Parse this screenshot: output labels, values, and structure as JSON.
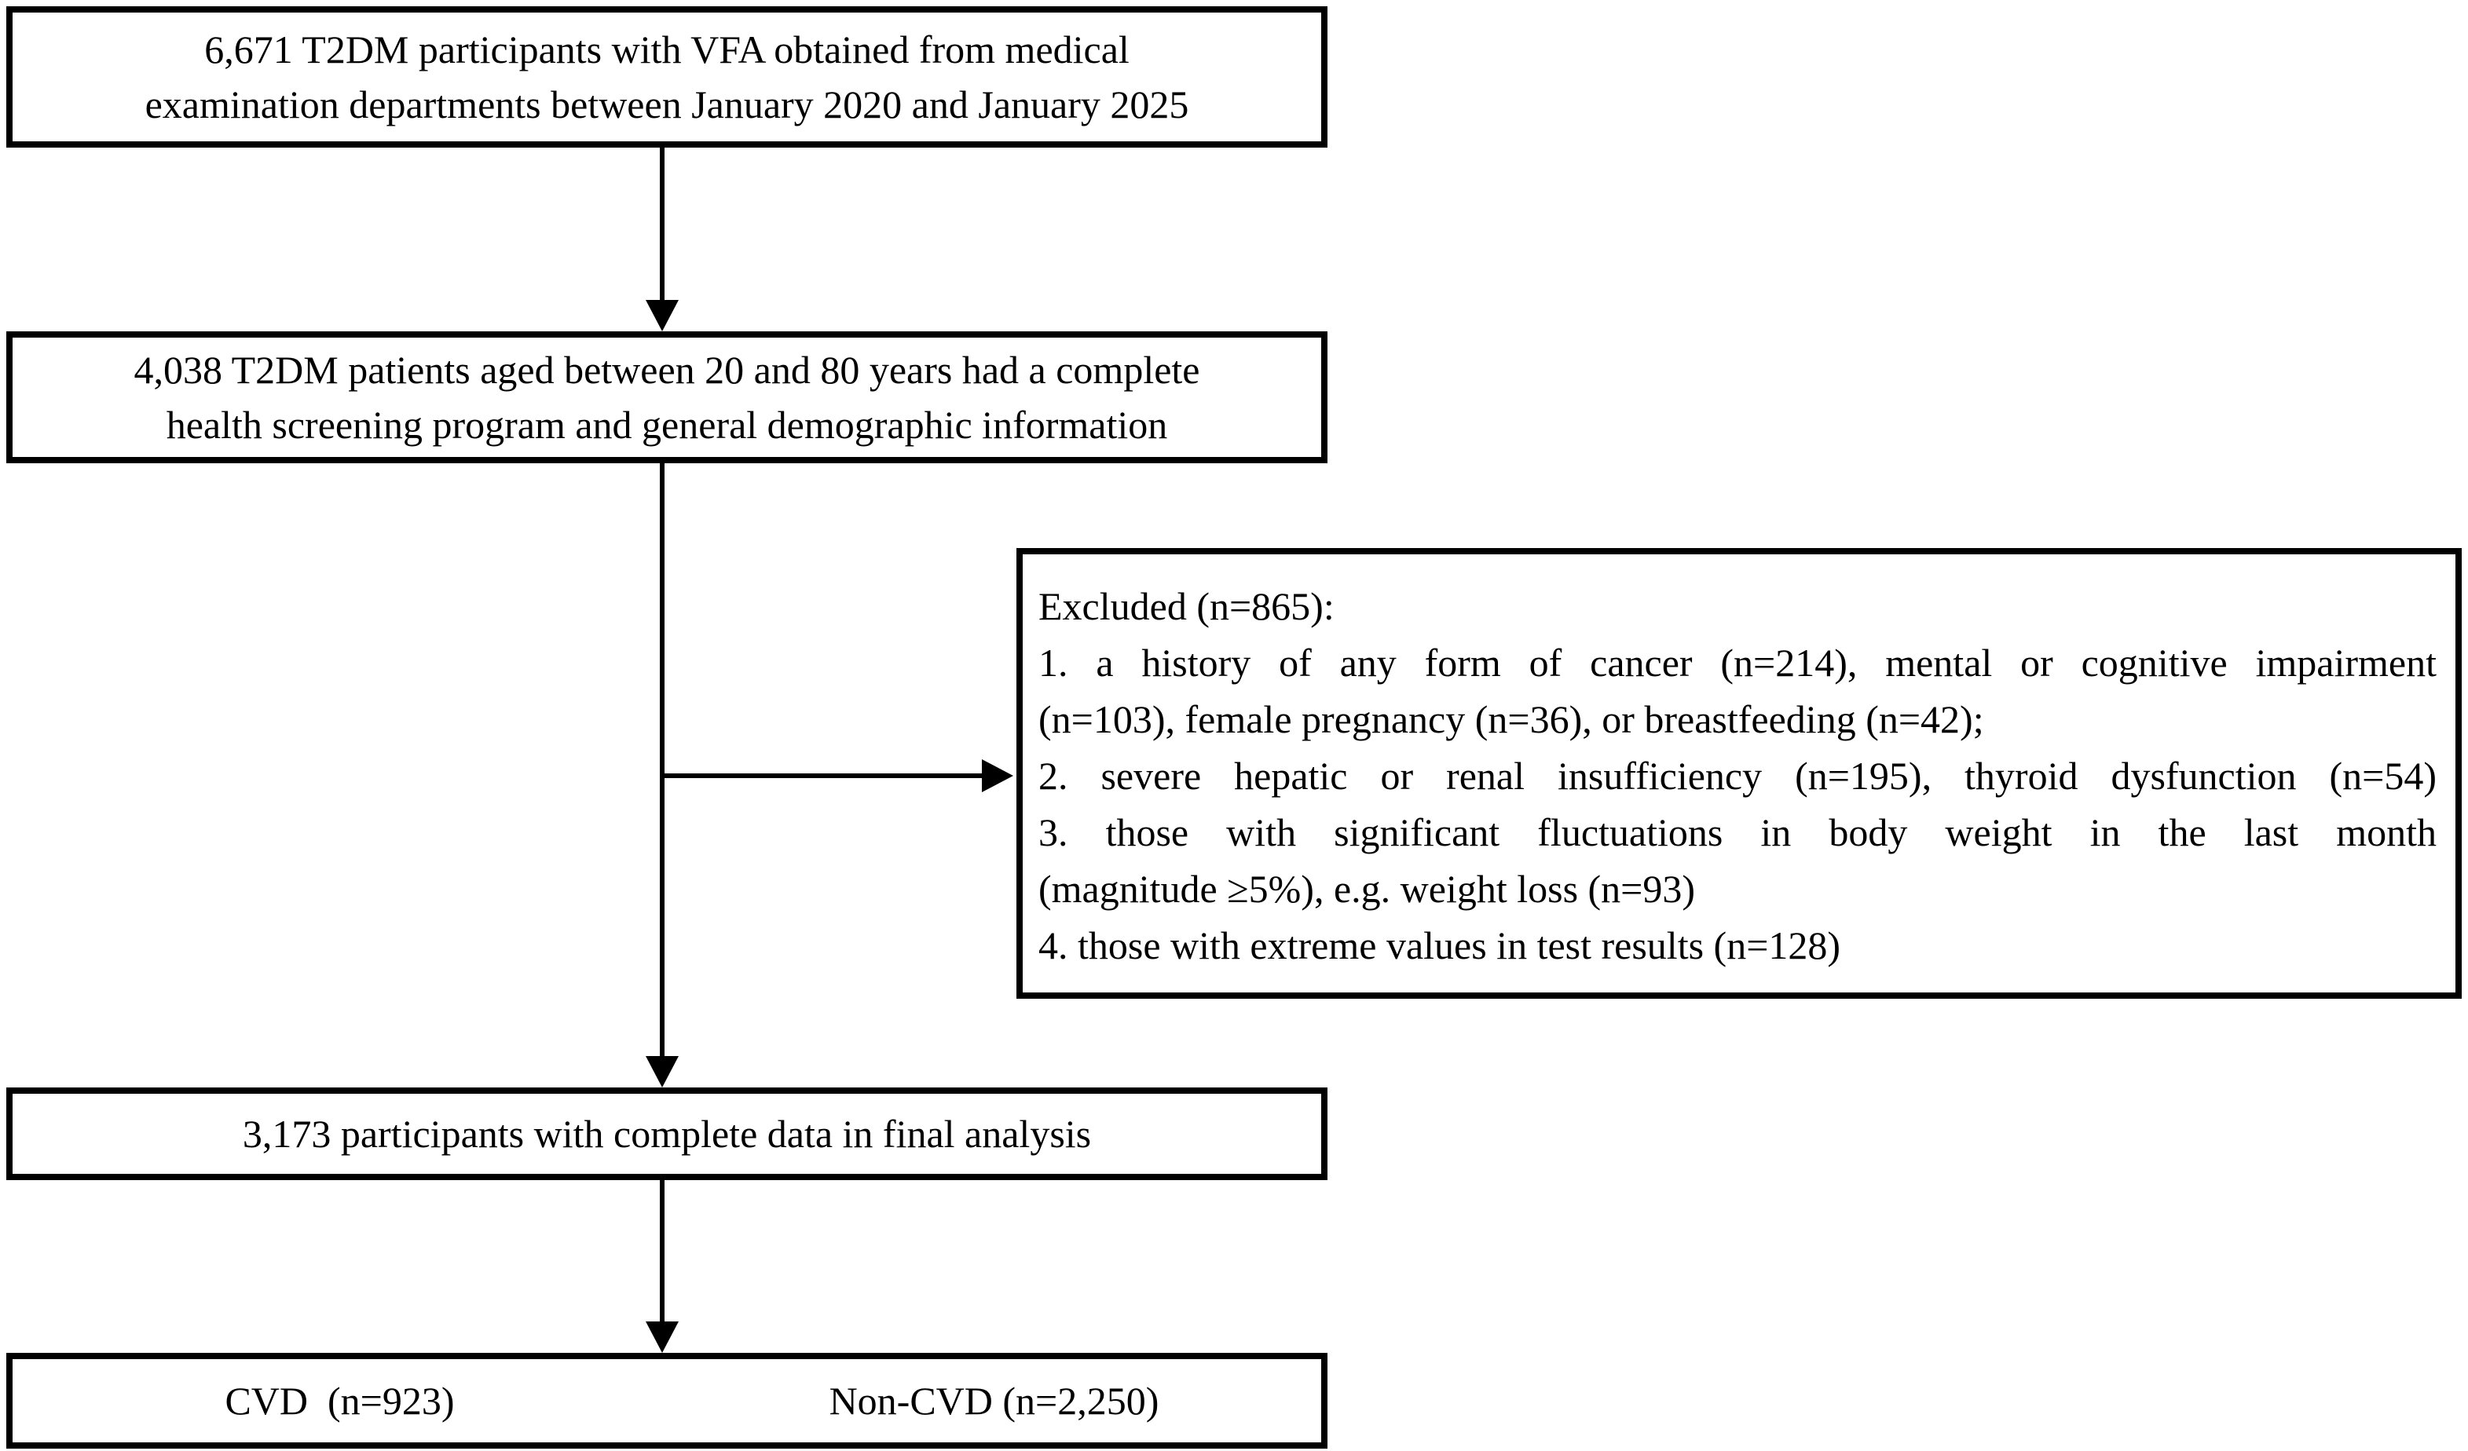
{
  "colors": {
    "line": "#000000",
    "background": "#ffffff"
  },
  "flowchart": {
    "recruitment_box": {
      "line1": "6,671 T2DM participants with VFA obtained from medical",
      "line2": "examination departments between January 2020 and January 2025"
    },
    "screening_box": {
      "line1": "4,038 T2DM patients aged between 20 and 80 years had a complete",
      "line2": "health screening program and general demographic information"
    },
    "exclusion_box": {
      "title": "Excluded (n=865):",
      "item1_line1": "1. a history of any form of cancer (n=214), mental or cognitive impairment",
      "item1_line2": "(n=103), female pregnancy (n=36), or breastfeeding (n=42);",
      "item2": "2. severe hepatic or renal insufficiency (n=195), thyroid dysfunction (n=54)",
      "item3_line1": "3. those with significant fluctuations in body weight in the last month",
      "item3_line2": "(magnitude ≥5%), e.g. weight loss (n=93)",
      "item4": "4. those with extreme values in test results (n=128)"
    },
    "final_analysis_box": {
      "text": "3,173 participants with complete data in final analysis"
    },
    "outcome_box": {
      "left": "CVD  (n=923)",
      "right": "Non-CVD (n=2,250)"
    }
  }
}
